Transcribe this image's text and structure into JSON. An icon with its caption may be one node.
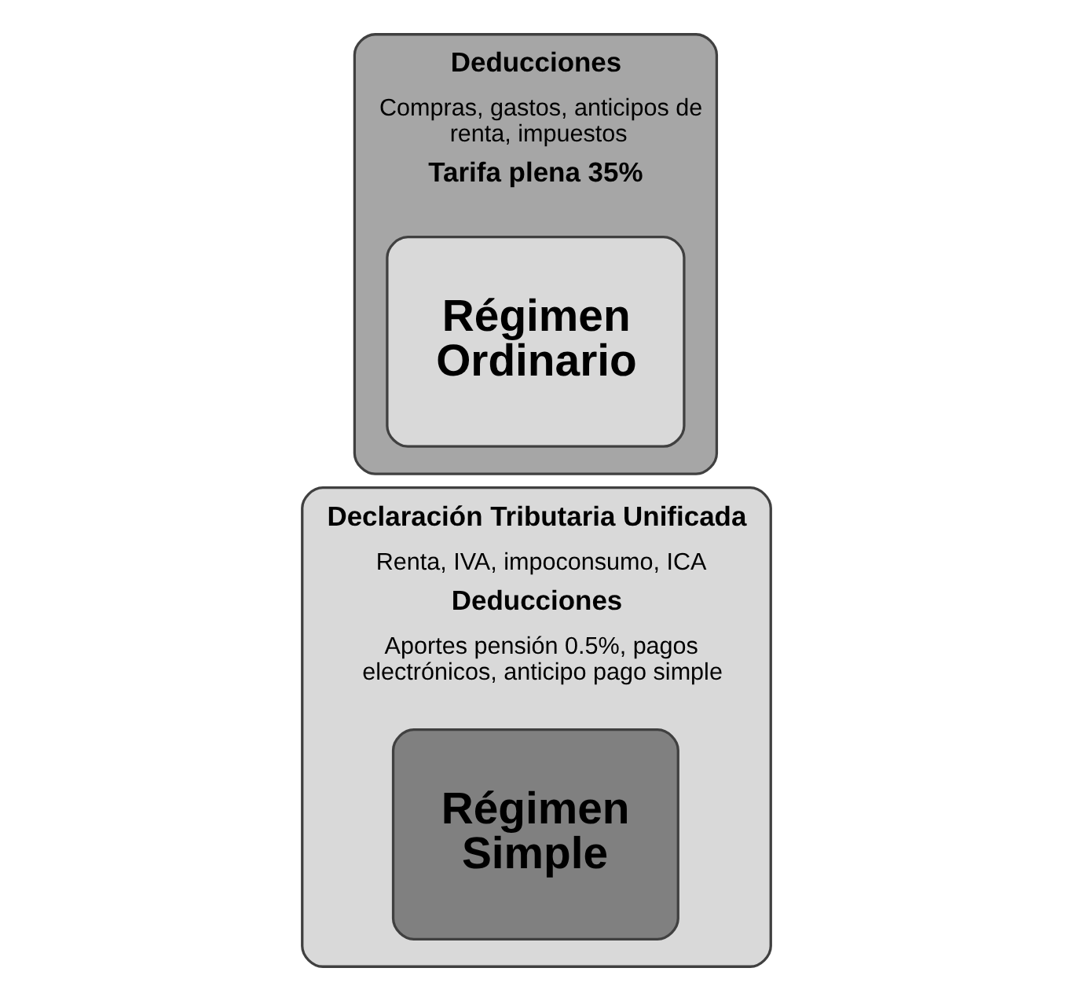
{
  "diagram": {
    "nodes": [
      {
        "text": [
          "Declaración Tributaria Unificada",
          "Renta, IVA, impoconsumo, ICA",
          "Deducciones",
          "Aportes pensión 0.5%, pagos electrónicos, anticipo pago simple"
        ]
      },
      {
        "text": [
          "Régimen Simple"
        ],
        "in": 0
      },
      {
        "text": [
          "Deducciones",
          "Compras, gastos, anticipos de renta, impuestos",
          "Tarifa plena 35%"
        ]
      },
      {
        "text": [
          "Régimen Ordinario"
        ],
        "in": 2
      }
    ]
  }
}
